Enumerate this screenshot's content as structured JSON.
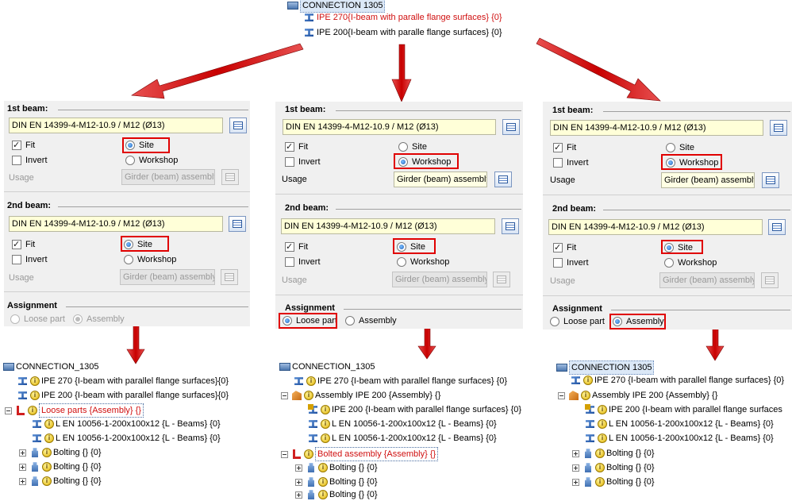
{
  "colors": {
    "accent_red": "#e00000",
    "tree_red_text": "#d01010",
    "field_bg": "#ffffd8",
    "panel_bg": "#f0f0f0"
  },
  "top_tree": {
    "root": "CONNECTION 1305",
    "beam1": "IPE 270",
    "beam1_desc": "{I-beam with paralle flange surfaces} {0}",
    "beam2": "IPE 200",
    "beam2_desc": "{I-beam with paralle flange surfaces} {0}"
  },
  "panels": [
    {
      "beam1_title": "1st beam:",
      "beam1_value": "DIN EN 14399-4-M12-10.9 / M12 (Ø13)",
      "beam1_fit": "Fit",
      "beam1_invert": "Invert",
      "beam1_site": "Site",
      "beam1_workshop": "Workshop",
      "beam1_usage": "Usage",
      "beam1_usage_value": "Girder (beam) assembly",
      "beam2_title": "2nd beam:",
      "beam2_value": "DIN EN 14399-4-M12-10.9 / M12 (Ø13)",
      "beam2_fit": "Fit",
      "beam2_invert": "Invert",
      "beam2_site": "Site",
      "beam2_workshop": "Workshop",
      "beam2_usage": "Usage",
      "beam2_usage_value": "Girder (beam) assembly",
      "assign_title": "Assignment",
      "assign_loose": "Loose part",
      "assign_assembly": "Assembly"
    },
    {
      "beam1_title": "1st beam:",
      "beam1_value": "DIN EN 14399-4-M12-10.9 / M12 (Ø13)",
      "beam1_fit": "Fit",
      "beam1_invert": "Invert",
      "beam1_site": "Site",
      "beam1_workshop": "Workshop",
      "beam1_usage": "Usage",
      "beam1_usage_value": "Girder (beam) assembly",
      "beam2_title": "2nd beam:",
      "beam2_value": "DIN EN 14399-4-M12-10.9 / M12 (Ø13)",
      "beam2_fit": "Fit",
      "beam2_invert": "Invert",
      "beam2_site": "Site",
      "beam2_workshop": "Workshop",
      "beam2_usage": "Usage",
      "beam2_usage_value": "Girder (beam) assembly",
      "assign_title": "Assignment",
      "assign_loose": "Loose part",
      "assign_assembly": "Assembly"
    },
    {
      "beam1_title": "1st beam:",
      "beam1_value": "DIN EN 14399-4-M12-10.9 / M12 (Ø13)",
      "beam1_fit": "Fit",
      "beam1_invert": "Invert",
      "beam1_site": "Site",
      "beam1_workshop": "Workshop",
      "beam1_usage": "Usage",
      "beam1_usage_value": "Girder (beam) assembly",
      "beam2_title": "2nd beam:",
      "beam2_value": "DIN EN 14399-4-M12-10.9 / M12 (Ø13)",
      "beam2_fit": "Fit",
      "beam2_invert": "Invert",
      "beam2_site": "Site",
      "beam2_workshop": "Workshop",
      "beam2_usage": "Usage",
      "beam2_usage_value": "Girder (beam) assembly",
      "assign_title": "Assignment",
      "assign_loose": "Loose part",
      "assign_assembly": "Assembly"
    }
  ],
  "result_trees": [
    {
      "root": "CONNECTION_1305",
      "row1": "IPE 270 {I-beam with parallel flange surfaces}{0}",
      "row2": "IPE 200 {I-beam with parallel flange surfaces}{0}",
      "row3": "Loose parts  {Assembly} {}",
      "row4": "L EN 10056-1-200x100x12 {L - Beams} {0}",
      "row5": "L EN 10056-1-200x100x12 {L - Beams} {0}",
      "row6": "Bolting {} {0}",
      "row7": "Bolting {} {0}",
      "row8": "Bolting {} {0}"
    },
    {
      "root": "CONNECTION_1305",
      "row1": "IPE 270 {I-beam with parallel flange surfaces} {0}",
      "row2": "Assembly IPE 200 {Assembly} {}",
      "row3": "IPE 200 {I-beam with parallel flange surfaces} {0}",
      "row4": "L EN 10056-1-200x100x12 {L - Beams} {0}",
      "row5": "L EN 10056-1-200x100x12 {L - Beams} {0}",
      "row6": "Bolted assembly {Assembly} {}",
      "row7": "Bolting {} {0}",
      "row8": "Bolting {} {0}",
      "row9": "Bolting {} {0}"
    },
    {
      "root": "CONNECTION 1305",
      "row1": "IPE 270 {I-beam with parallel flange surfaces} {0}",
      "row2": "Assembly IPE 200 {Assembly} {}",
      "row3": "IPE 200 {I-beam with parallel flange surfaces",
      "row4": "L EN 10056-1-200x100x12 {L - Beams} {0}",
      "row5": "L EN 10056-1-200x100x12 {L - Beams} {0}",
      "row6": "Bolting {} {0}",
      "row7": "Bolting {} {0}",
      "row8": "Bolting {} {0}"
    }
  ]
}
